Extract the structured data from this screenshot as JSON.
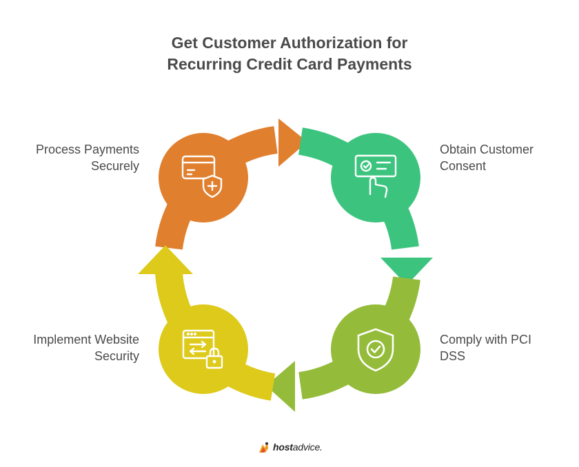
{
  "title": {
    "line1": "Get Customer Authorization for",
    "line2": "Recurring Credit Card Payments"
  },
  "steps": [
    {
      "label_line1": "Process Payments",
      "label_line2": "Securely",
      "color": "#E07F2E",
      "icon": "credit-card-shield-icon"
    },
    {
      "label_line1": "Obtain Customer",
      "label_line2": "Consent",
      "color": "#3CC47F",
      "icon": "touch-check-screen-icon"
    },
    {
      "label_line1": "Comply with PCI",
      "label_line2": "DSS",
      "color": "#94BC3A",
      "icon": "shield-check-icon"
    },
    {
      "label_line1": "Implement Website",
      "label_line2": "Security",
      "color": "#DECA1B",
      "icon": "browser-lock-icon"
    }
  ],
  "footer": {
    "brand_bold": "host",
    "brand_rest": "advice.",
    "logo_icon": "hostadvice-logo-icon"
  }
}
